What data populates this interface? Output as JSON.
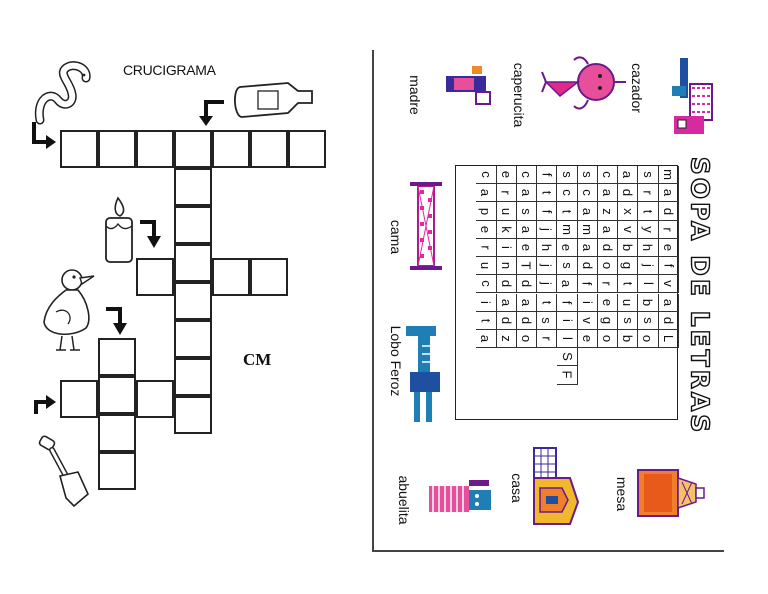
{
  "crossword": {
    "title": "CRUCIGRAMA",
    "signature": "CM",
    "icons": [
      "worm-icon",
      "bottle-icon",
      "candle-icon",
      "duck-icon",
      "shovel-icon"
    ]
  },
  "word_search": {
    "title": "SOPA DE LETRAS",
    "labels": {
      "cazador": "cazador",
      "caperucita": "caperucita",
      "madre": "madre",
      "cama": "cama",
      "lobo": "Lobo Feroz",
      "abuelita": "abuelita",
      "casa": "casa",
      "mesa": "mesa"
    },
    "grid_rows": [
      [
        "m",
        "a",
        "d",
        "r",
        "e",
        "f",
        "v",
        "a",
        "d",
        "L"
      ],
      [
        "s",
        "r",
        "t",
        "y",
        "h",
        "j",
        "l",
        "b",
        "s",
        "o"
      ],
      [
        "a",
        "d",
        "x",
        "v",
        "b",
        "g",
        "t",
        "u",
        "s",
        "b"
      ],
      [
        "c",
        "a",
        "z",
        "a",
        "d",
        "o",
        "r",
        "e",
        "g",
        "o"
      ],
      [
        "s",
        "c",
        "a",
        "m",
        "a",
        "d",
        "f",
        "i",
        "v",
        "e"
      ],
      [
        "s",
        "c",
        "t",
        "m",
        "e",
        "s",
        "a",
        "f",
        "i",
        "l",
        "S",
        "F"
      ],
      [
        "f",
        "t",
        "f",
        "j",
        "h",
        "j",
        "j",
        "t",
        "s",
        "r"
      ],
      [
        "c",
        "a",
        "s",
        "a",
        "e",
        "T",
        "d",
        "a",
        "d",
        "o"
      ],
      [
        "e",
        "r",
        "u",
        "k",
        "i",
        "n",
        "d",
        "a",
        "d",
        "z"
      ],
      [
        "c",
        "a",
        "p",
        "e",
        "r",
        "u",
        "c",
        "i",
        "t",
        "a"
      ]
    ]
  }
}
